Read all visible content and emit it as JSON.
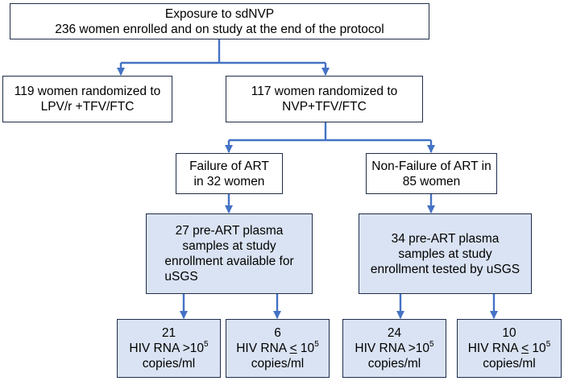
{
  "colors": {
    "connector": "#4472c4",
    "box_border": "#1f2d4a",
    "box_fill_blue": "#dae3f3",
    "box_fill_white": "#ffffff"
  },
  "boxes": {
    "exposure": {
      "line1": "Exposure to sdNVP",
      "line2": "236 women enrolled and on study at the end of the protocol"
    },
    "arm_lpv": {
      "line1": "119 women randomized to",
      "line2": "LPV/r +TFV/FTC"
    },
    "arm_nvp": {
      "line1": "117 women randomized to",
      "line2": "NVP+TFV/FTC"
    },
    "failure": {
      "line1": "Failure of ART",
      "line2": "in 32 women"
    },
    "nonfailure": {
      "line1": "Non-Failure of ART in",
      "line2": "85 women"
    },
    "samples_failure": {
      "line1": "27 pre-ART plasma",
      "line2": "samples at study",
      "line3": "enrollment available for",
      "line4": "uSGS"
    },
    "samples_nonfailure": {
      "line1": "34 pre-ART plasma",
      "line2": "samples at study",
      "line3": "enrollment tested by uSGS"
    },
    "leaf1": {
      "count": "21",
      "prefix": "HIV RNA >10",
      "exp": "5",
      "unit": "copies/ml"
    },
    "leaf2": {
      "count": "6",
      "prefix": "HIV RNA ",
      "le": "<",
      "base": " 10",
      "exp": "5",
      "unit": "copies/ml"
    },
    "leaf3": {
      "count": "24",
      "prefix": "HIV RNA >10",
      "exp": "5",
      "unit": "copies/ml"
    },
    "leaf4": {
      "count": "10",
      "prefix": "HIV RNA ",
      "le": "<",
      "base": " 10",
      "exp": "5",
      "unit": "copies/ml"
    }
  }
}
